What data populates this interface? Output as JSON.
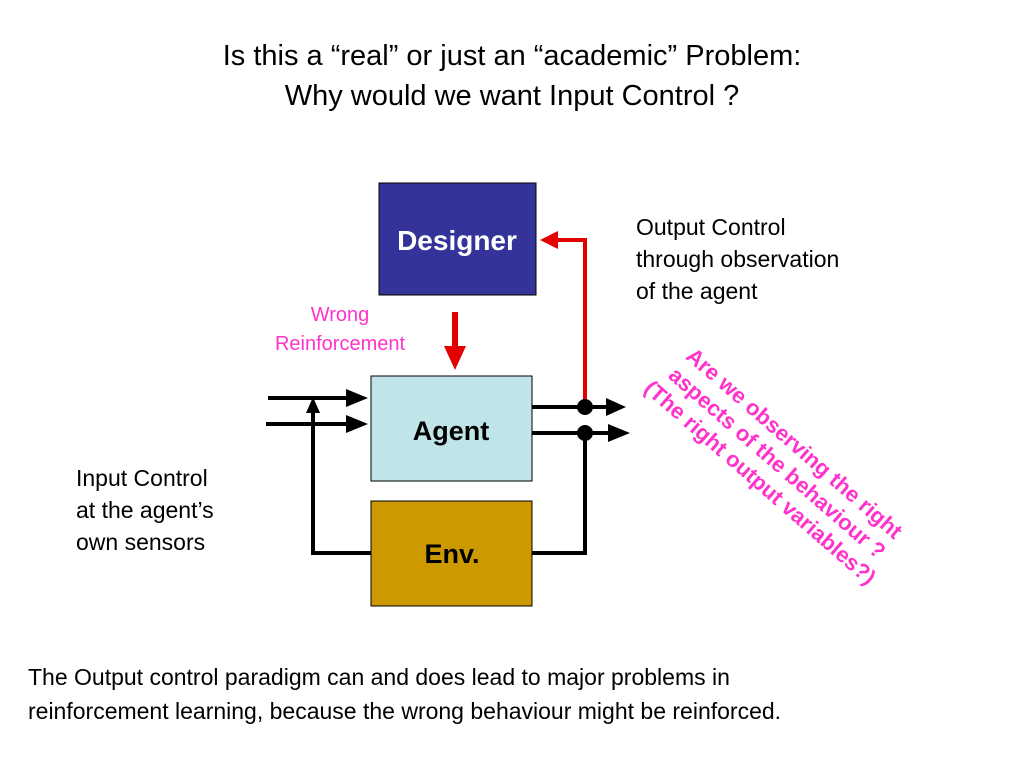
{
  "title": {
    "line1": "Is this a “real” or just an “academic” Problem:",
    "line2": "Why would we want Input Control ?"
  },
  "boxes": {
    "designer": "Designer",
    "agent": "Agent",
    "env": "Env."
  },
  "labels": {
    "wrong_reinforcement": [
      "Wrong",
      "Reinforcement"
    ],
    "output_control": [
      "Output Control",
      "through observation",
      "of the agent"
    ],
    "input_control": [
      "Input Control",
      "at the agent’s",
      "own sensors"
    ],
    "question": [
      "Are we observing the right",
      "aspects of the behaviour ?",
      "(The right output variables?)"
    ]
  },
  "footer": [
    "The Output control paradigm can and does lead to major problems in",
    "reinforcement learning, because the wrong behaviour might be reinforced."
  ],
  "colors": {
    "designer_fill": "#333399",
    "agent_fill": "#bfe5e8",
    "env_fill": "#cc9900",
    "arrow_red": "#e50000",
    "magenta": "#ff33cc"
  }
}
